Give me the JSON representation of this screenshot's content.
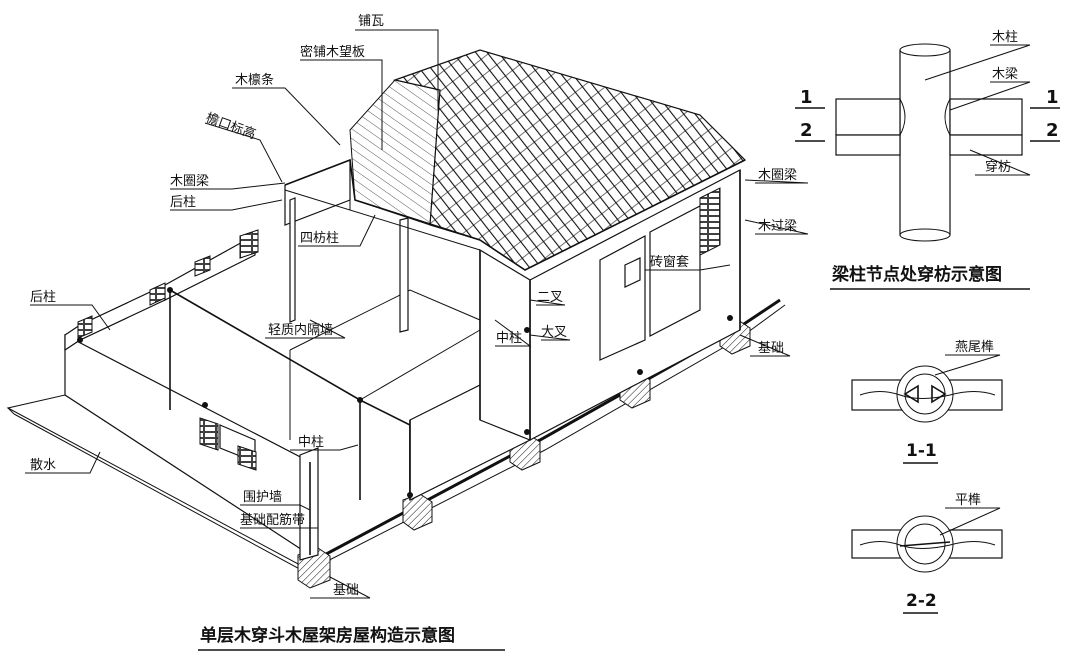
{
  "main_title": "单层木穿斗木屋架房屋构造示意图",
  "labels": {
    "pu_wa": "铺瓦",
    "mi_pu": "密铺木望板",
    "mu_lin": "木檩条",
    "yan_kou": "檐口标高",
    "mu_quan_liang_left": "木圈梁",
    "hou_zhu_top": "后柱",
    "si_fang_zhu": "四枋柱",
    "hou_zhu_left": "后柱",
    "qing_zhi": "轻质内隔墙",
    "zhong_zhu_right": "中柱",
    "da_cha": "大叉",
    "er_cha": "二叉",
    "zhong_zhu_left": "中柱",
    "san_shui": "散水",
    "wei_hu": "围护墙",
    "ji_chu_pei": "基础配筋带",
    "ji_chu_bottom": "基础",
    "ji_chu_right": "基础",
    "mu_quan_liang_right": "木圈梁",
    "mu_guo_liang": "木过梁",
    "zhuan_chuang": "砖窗套"
  },
  "detail": {
    "title": "梁柱节点处穿枋示意图",
    "mu_zhu": "木柱",
    "mu_liang": "木梁",
    "chuan_fang": "穿枋",
    "mark_1": "1",
    "mark_2": "2",
    "yan_wei_sun": "燕尾榫",
    "ping_sun": "平榫",
    "section_1": "1-1",
    "section_2": "2-2"
  }
}
